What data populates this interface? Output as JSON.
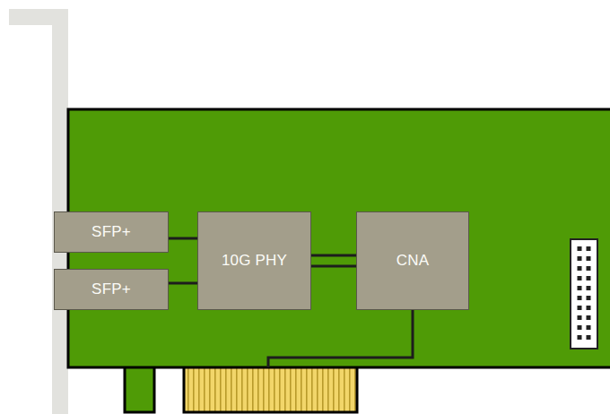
{
  "diagram": {
    "nodes": [
      {
        "text": [
          "SFP+"
        ]
      },
      {
        "text": [
          "SFP+"
        ]
      },
      {
        "text": [
          "10G PHY"
        ]
      },
      {
        "text": [
          "CNA"
        ]
      }
    ],
    "edges": [
      {
        "from": 0,
        "to": 2,
        "arrow": "none"
      },
      {
        "from": 1,
        "to": 2,
        "arrow": "none"
      },
      {
        "from": 2,
        "to": 3,
        "arrow": "none"
      },
      {
        "from": 2,
        "to": 3,
        "arrow": "none"
      }
    ]
  }
}
